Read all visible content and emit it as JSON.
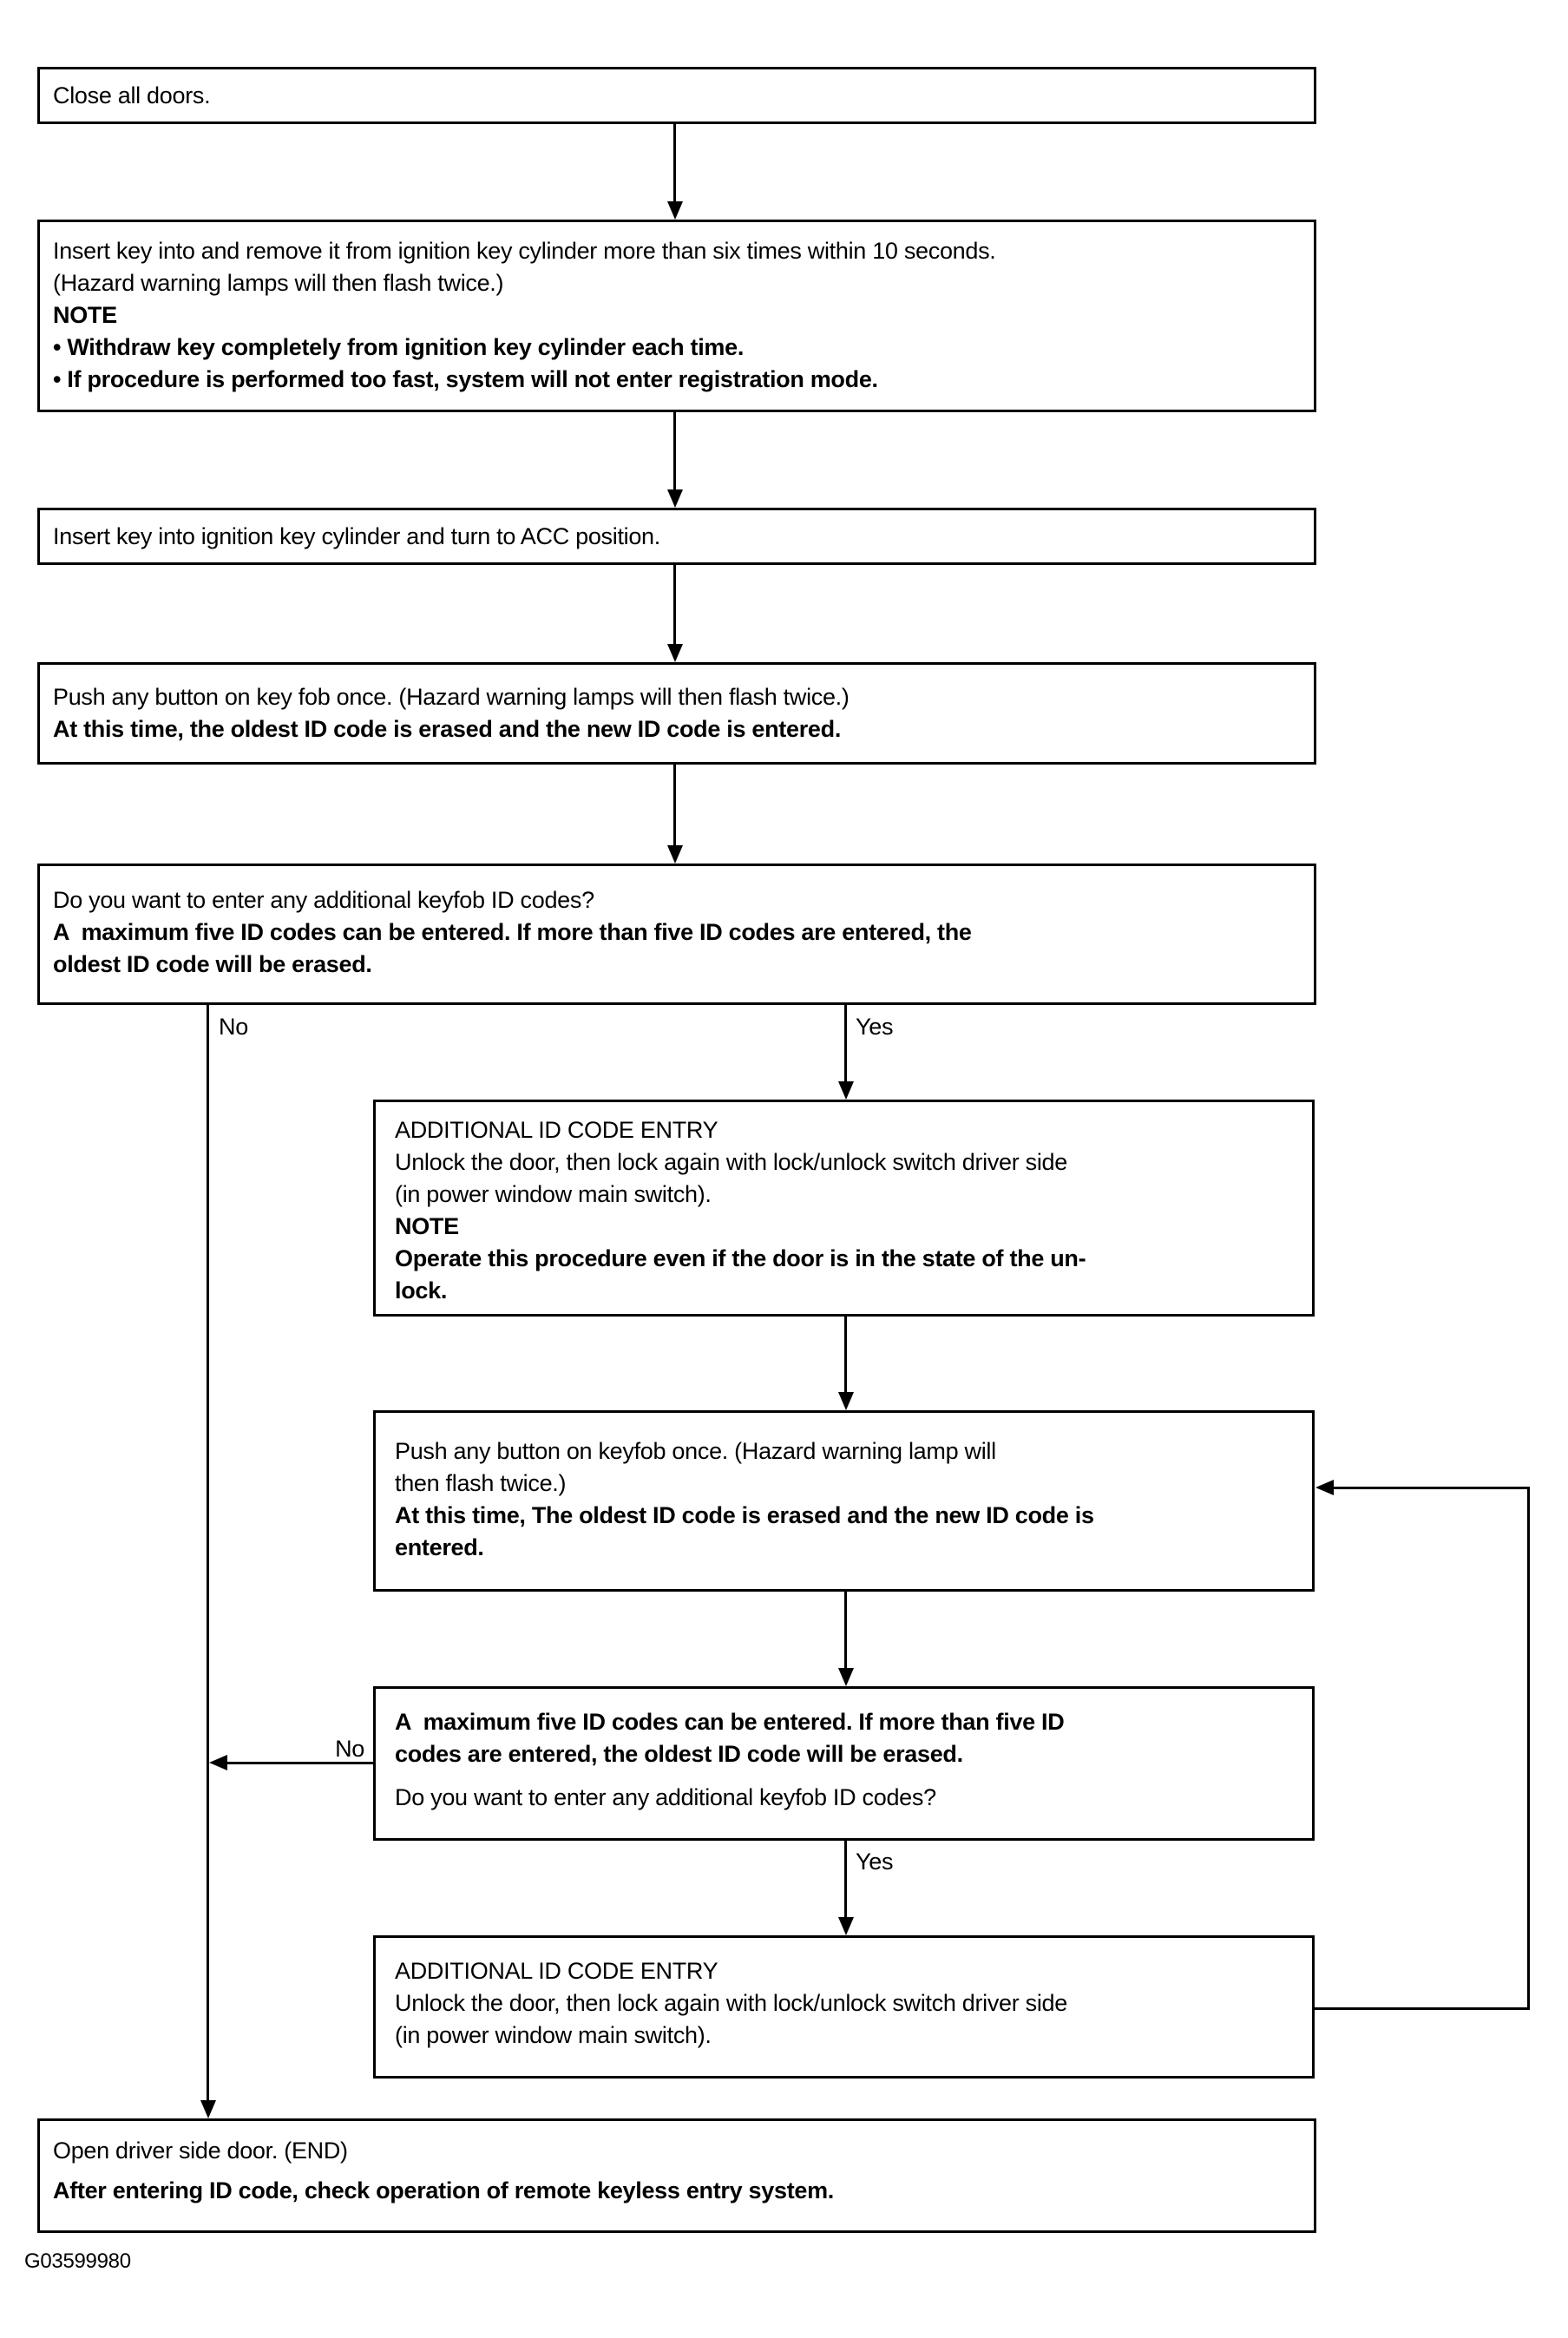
{
  "figure_id": "G03599980",
  "colors": {
    "ink": "#000000",
    "paper": "#ffffff"
  },
  "labels": {
    "no1": "No",
    "yes1": "Yes",
    "no2": "No",
    "yes2": "Yes"
  },
  "boxes": {
    "b1": {
      "l1": "Close all doors."
    },
    "b2": {
      "l1": "Insert key into and remove it from ignition key cylinder more than six times within 10 seconds.",
      "l2": "(Hazard warning lamps will then flash twice.)",
      "l3": "NOTE",
      "l4": "• Withdraw key completely from ignition key cylinder each time.",
      "l5": "• If procedure is performed too fast, system will not enter registration mode."
    },
    "b3": {
      "l1": "Insert key into ignition key cylinder and turn to ACC position."
    },
    "b4": {
      "l1": "Push any button on key fob once. (Hazard warning lamps will then flash twice.)",
      "l2": "At this time, the oldest ID code is erased and the new ID code is entered."
    },
    "b5": {
      "l1": "Do you want to enter any additional keyfob ID codes?",
      "l2": "A  maximum five ID codes can be entered. If more than five ID codes are entered, the",
      "l3": "oldest ID code will be erased."
    },
    "b6": {
      "l1": "ADDITIONAL ID CODE ENTRY",
      "l2": "Unlock the door, then lock again with lock/unlock switch driver side",
      "l3": "(in power window main switch).",
      "l4": "NOTE",
      "l5": "Operate this procedure even if the door is in the state of the un-",
      "l6": "lock."
    },
    "b7": {
      "l1": "Push any button on keyfob once. (Hazard warning lamp will",
      "l2": "then flash twice.)",
      "l3": "At this time, The oldest ID code is erased and the new ID code is",
      "l4": "entered."
    },
    "b8": {
      "l1": "A  maximum five ID codes can be entered. If more than five ID",
      "l2": "codes are entered, the oldest ID code will be erased.",
      "l3": "Do you want to enter any additional keyfob ID codes?"
    },
    "b9": {
      "l1": "ADDITIONAL ID CODE ENTRY",
      "l2": "Unlock the door, then lock again with lock/unlock switch driver side",
      "l3": "(in power window main switch)."
    },
    "b10": {
      "l1": "Open driver side door. (END)",
      "l2": "After entering ID code, check operation of remote keyless entry system."
    }
  }
}
